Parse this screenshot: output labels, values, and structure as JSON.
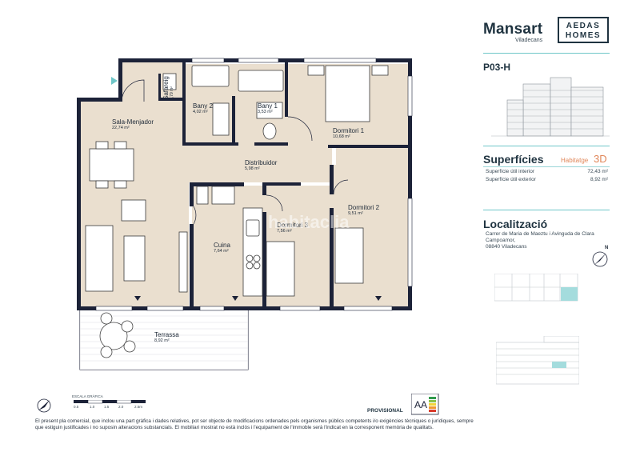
{
  "brand": {
    "name": "Mansart",
    "location": "Viladecans",
    "partner_line1": "AEDAS",
    "partner_line2": "HOMES"
  },
  "unit": {
    "code": "P03-H"
  },
  "rooms": {
    "safareig": {
      "name": "Safareig",
      "area": "0,79 m²"
    },
    "bany2": {
      "name": "Bany 2",
      "area": "4,02 m²"
    },
    "bany1": {
      "name": "Bany 1",
      "area": "3,53 m²"
    },
    "dormitori1": {
      "name": "Dormitori 1",
      "area": "10,68 m²"
    },
    "sala": {
      "name": "Sala-Menjador",
      "area": "22,74 m²"
    },
    "distribuidor": {
      "name": "Distribuidor",
      "area": "5,98 m²"
    },
    "dormitori2": {
      "name": "Dormitori 2",
      "area": "9,51 m²"
    },
    "dormitori3": {
      "name": "Dormitori 3",
      "area": "7,56 m²"
    },
    "cuina": {
      "name": "Cuina",
      "area": "7,64 m²"
    },
    "terrassa": {
      "name": "Terrassa",
      "area": "8,92 m²"
    }
  },
  "surfaces": {
    "title": "Superfícies",
    "housing_label": "Habitatge",
    "housing_type": "3D",
    "rows": [
      {
        "label": "Superfície útil interior",
        "value": "72,43 m²"
      },
      {
        "label": "Superfície útil exterior",
        "value": "8,92 m²"
      }
    ]
  },
  "location": {
    "title": "Localització",
    "address_line1": "Carrer de Maria de Maeztu i Avinguda de Clara Campoamor,",
    "address_line2": "08840 Viladecans"
  },
  "scale": {
    "title": "ESCALA GRÀFICA",
    "ticks": [
      "0.5",
      "1.0",
      "1.5",
      "2.0",
      "2.5m"
    ]
  },
  "energy": {
    "label": "PROVISIONAL"
  },
  "compass_label": "N",
  "watermark": "habitaclia",
  "disclaimer": {
    "line1": "El present pla comercial, que inclou una part gràfica i dades relatives, pot ser objecte de modificacions ordenades pels organismes públics competents i/o exigències tècniques o jurídiques, sempre",
    "line2": "que estiguin justificades i no suposin alteracions substancials. El mobiliari mostrat no està inclòs i l'equipament de l'immoble serà l'indicat en la corresponent memòria de qualitats."
  },
  "colors": {
    "wall": "#1c2238",
    "floor": "#eadfcf",
    "accent": "#6ec6c8",
    "orange": "#e0875a",
    "text": "#1f3340"
  }
}
